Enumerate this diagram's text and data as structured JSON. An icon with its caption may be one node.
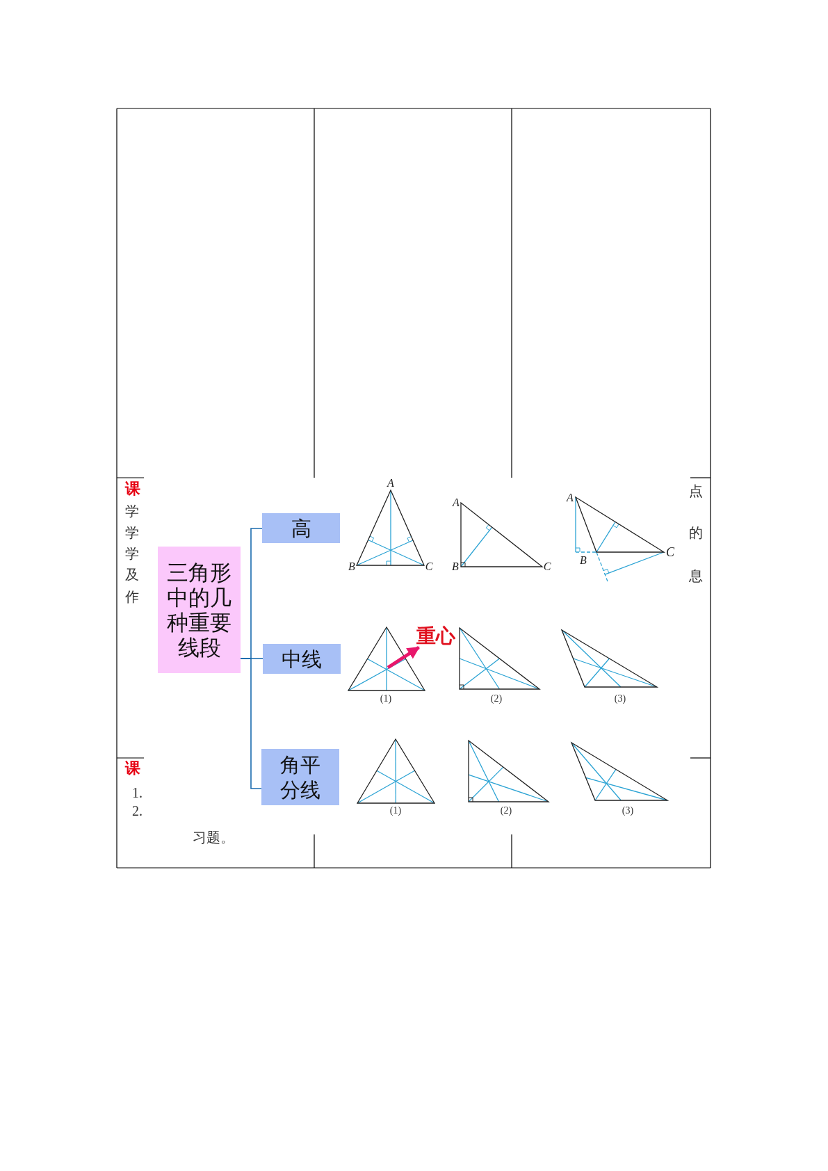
{
  "diagram": {
    "nodes": [
      {
        "text": [
          "三角形中的几种重要线段"
        ]
      },
      {
        "text": [
          "高"
        ]
      },
      {
        "text": [
          "中线"
        ]
      },
      {
        "text": [
          "角平分线"
        ]
      },
      {
        "text": [
          "重心"
        ]
      }
    ],
    "edges": [
      {
        "from": 0,
        "to": 1,
        "arrow": "none"
      },
      {
        "from": 0,
        "to": 2,
        "arrow": "none"
      },
      {
        "from": 0,
        "to": 3,
        "arrow": "none"
      },
      {
        "from": null,
        "to": 4,
        "arrow": "to",
        "style": "thick",
        "color": "#e8176b"
      }
    ],
    "labels": [
      "课",
      "点",
      "学",
      "学",
      "的",
      "学",
      "及",
      "息",
      "作",
      "A",
      "B",
      "C",
      "A",
      "B",
      "C",
      "A",
      "B",
      "C",
      "(1)",
      "(2)",
      "(3)",
      "(1)",
      "(2)",
      "(3)",
      "课",
      "1.",
      "2.",
      "习题。"
    ]
  }
}
